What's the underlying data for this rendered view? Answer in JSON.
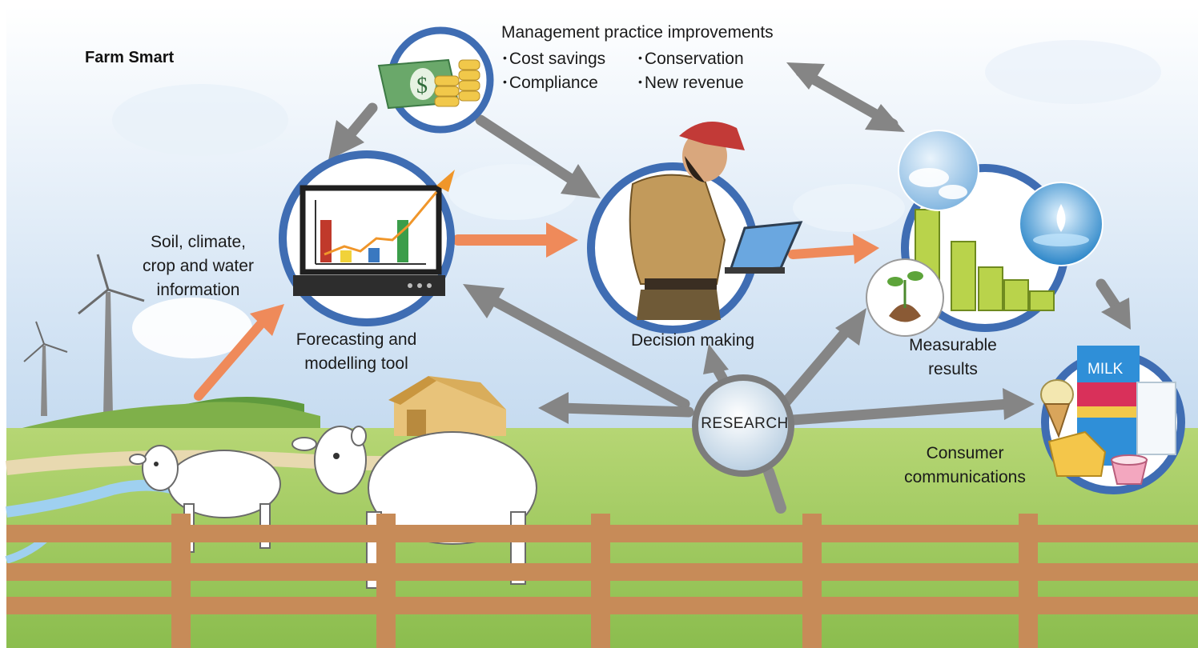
{
  "title": "Farm Smart",
  "management": {
    "title": "Management practice improvements",
    "bullets": [
      "Cost savings",
      "Conservation",
      "Compliance",
      "New revenue"
    ]
  },
  "labels": {
    "soil": [
      "Soil, climate,",
      "crop and water",
      "information"
    ],
    "forecasting": [
      "Forecasting and",
      "modelling tool"
    ],
    "decision": [
      "Decision making"
    ],
    "measurable": [
      "Measurable",
      "results"
    ],
    "consumer": [
      "Consumer",
      "communications"
    ],
    "research": "RESEARCH",
    "milk": "MILK"
  },
  "colors": {
    "ring": "#3f6db3",
    "grey_arrow": "#858585",
    "orange_arrow": "#ef8a5a",
    "grass": "#9cc45a",
    "fence": "#c78b58",
    "sky": "#c5dcf0"
  }
}
